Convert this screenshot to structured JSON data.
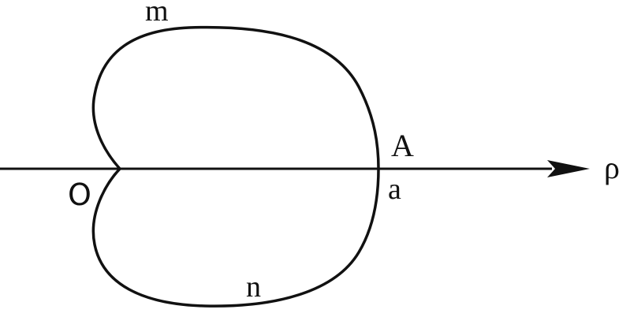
{
  "diagram": {
    "labels": {
      "top": "m",
      "bottom": "n",
      "origin": "O",
      "point_upper": "A",
      "point_lower": "a",
      "axis": "ρ"
    },
    "colors": {
      "stroke": "#111111",
      "background": "#ffffff"
    }
  }
}
